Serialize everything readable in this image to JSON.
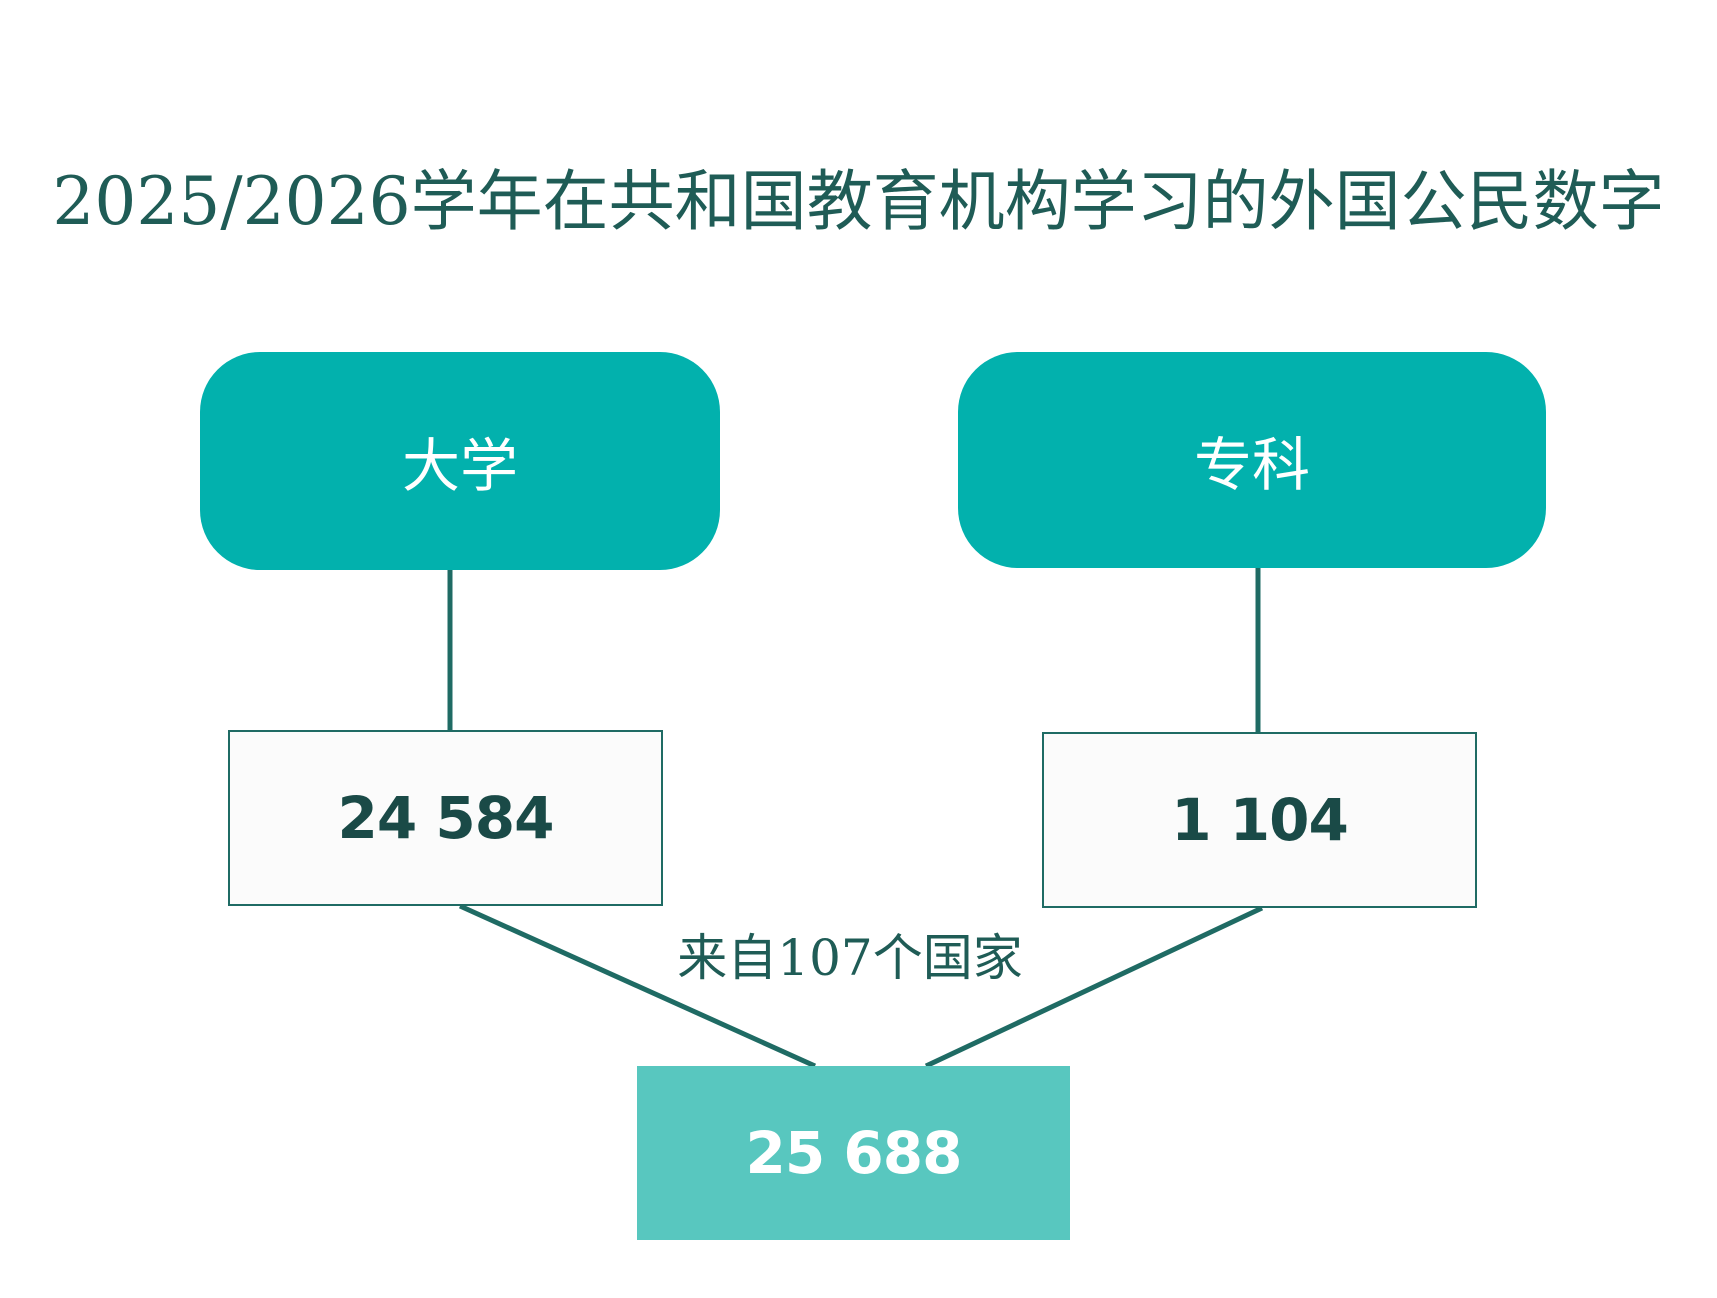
{
  "title": "2025/2026学年在共和国教育机构学习的外国公民数字",
  "categories": [
    {
      "label": "大学",
      "count": "24 584"
    },
    {
      "label": "专科",
      "count": "1 104"
    }
  ],
  "countries_note": "来自107个国家",
  "total": "25 688",
  "colors": {
    "category_fill": "#02b1ad",
    "total_fill": "#58c7bf",
    "line": "#1f6b64",
    "text_dark": "#1a4a47"
  }
}
